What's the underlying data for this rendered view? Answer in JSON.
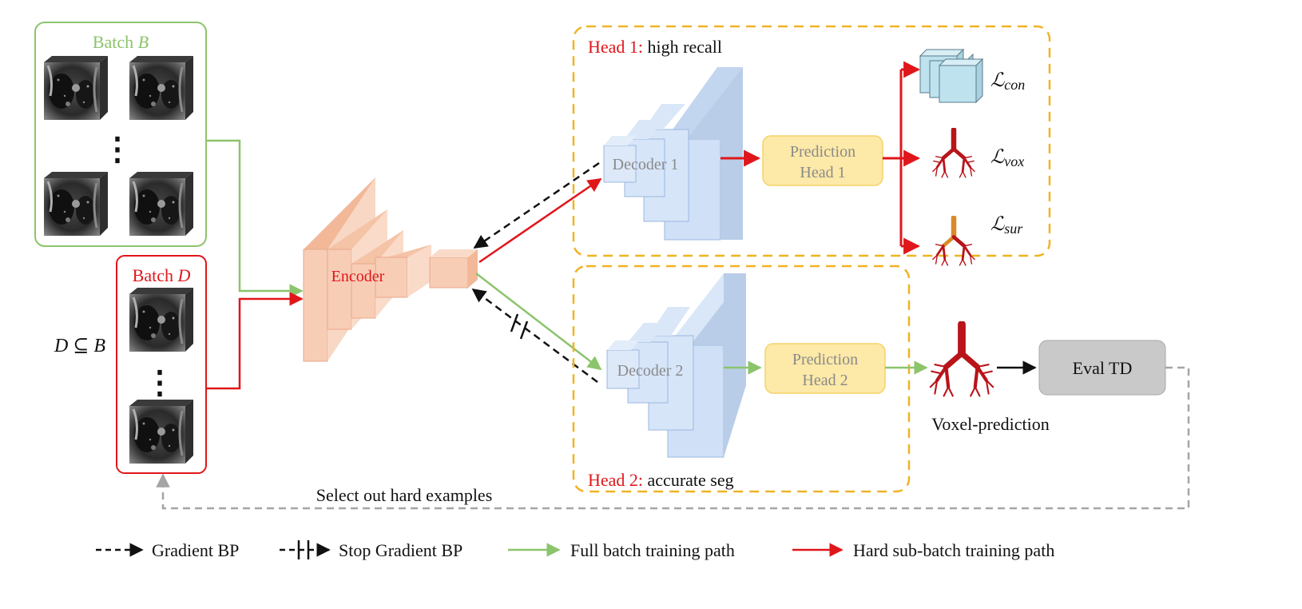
{
  "batch_b": {
    "label": "Batch ",
    "var": "B",
    "ellipsis": "⋮"
  },
  "batch_d": {
    "label": "Batch ",
    "var": "D",
    "ellipsis": "⋮"
  },
  "subset_relation": "D ⊆ B",
  "encoder": {
    "label": "Encoder"
  },
  "head1": {
    "prefix": "Head 1:",
    "suffix": " high recall",
    "decoder": "Decoder 1",
    "prediction_line1": "Prediction",
    "prediction_line2": "Head 1",
    "losses": [
      {
        "base": "ℒ",
        "sub": "con"
      },
      {
        "base": "ℒ",
        "sub": "vox"
      },
      {
        "base": "ℒ",
        "sub": "sur"
      }
    ]
  },
  "head2": {
    "prefix": "Head 2:",
    "suffix": " accurate seg",
    "decoder": "Decoder 2",
    "prediction_line1": "Prediction",
    "prediction_line2": "Head 2"
  },
  "voxel_prediction": "Voxel-prediction",
  "eval_td": "Eval TD",
  "select_hard": "Select out hard examples",
  "legend": [
    {
      "label": "Gradient BP",
      "icon": "dashed-arrow-icon"
    },
    {
      "label": "Stop Gradient BP",
      "icon": "stop-gradient-arrow-icon"
    },
    {
      "label": "Full batch training path",
      "icon": "green-arrow-icon"
    },
    {
      "label": "Hard sub-batch training path",
      "icon": "red-arrow-icon"
    }
  ],
  "colors": {
    "green": "#8cc46c",
    "red": "#e0161a",
    "gold": "#f0b323",
    "encoder": "#f8cdb6",
    "decoder": "#cfe0f7",
    "prediction": "#fde9a8",
    "eval": "#c9c9c9",
    "gray_dash": "#a5a5a5",
    "airway": "#b8141a",
    "airway_orange": "#d98a2a"
  }
}
